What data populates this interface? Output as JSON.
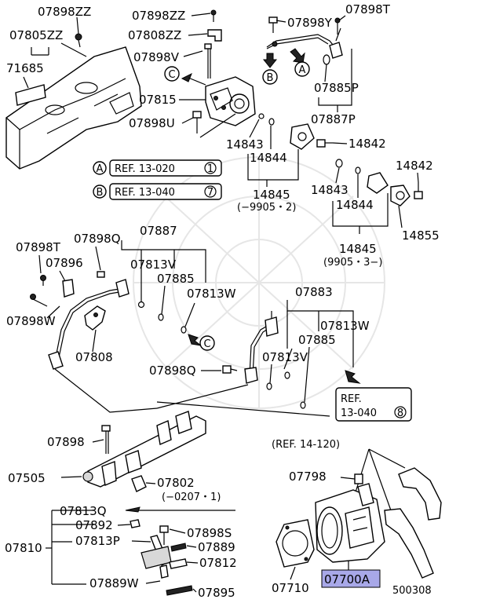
{
  "labels": {
    "p07898ZZ_a": "07898ZZ",
    "p07805ZZ": "07805ZZ",
    "p71685": "71685",
    "p07898ZZ_b": "07898ZZ",
    "p07808ZZ": "07808ZZ",
    "p07898V": "07898V",
    "p07815": "07815",
    "p07898U": "07898U",
    "p07898T_top": "07898T",
    "p07898Y": "07898Y",
    "p07885P": "07885P",
    "p07887P": "07887P",
    "p14843_a": "14843",
    "p14842_a": "14842",
    "p14844_a": "14844",
    "p14845_a": "14845",
    "p14845_a_date": "(−9905・2)",
    "p14842_b": "14842",
    "p14843_b": "14843",
    "p14844_b": "14844",
    "p14855": "14855",
    "p14845_b": "14845",
    "p14845_b_date": "(9905・3−)",
    "p07898T": "07898T",
    "p07898Q_a": "07898Q",
    "p07887": "07887",
    "p07896": "07896",
    "p07813V_a": "07813V",
    "p07885_a": "07885",
    "p07898W": "07898W",
    "p07813W_a": "07813W",
    "p07808": "07808",
    "p07883": "07883",
    "p07813W_b": "07813W",
    "p07885_b": "07885",
    "p07813V_b": "07813V",
    "p07898Q_b": "07898Q",
    "p07898": "07898",
    "p07505": "07505",
    "p07802": "07802",
    "p07802_date": "(−0207・1)",
    "p07813Q": "07813Q",
    "p07892": "07892",
    "p07810": "07810",
    "p07813P": "07813P",
    "p07898S": "07898S",
    "p07889": "07889",
    "p07812": "07812",
    "p07889W": "07889W",
    "p07895": "07895",
    "p07798": "07798",
    "p07710": "07710",
    "p07700A": "07700A",
    "diagram_code": "500308"
  },
  "references": {
    "ref_a_letter": "A",
    "ref_a_text": "REF. 13-020",
    "ref_a_num": "1",
    "ref_b_letter": "B",
    "ref_b_text": "REF. 13-040",
    "ref_b_num": "7",
    "ref_13040_8_line1": "REF.",
    "ref_13040_8_line2": "13-040",
    "ref_13040_8_num": "8",
    "ref_14120": "(REF. 14-120)"
  },
  "markers": {
    "c_top": "C",
    "b_top": "B",
    "a_top": "A",
    "c_mid": "C"
  },
  "colors": {
    "highlight": "#a8a8e8"
  }
}
